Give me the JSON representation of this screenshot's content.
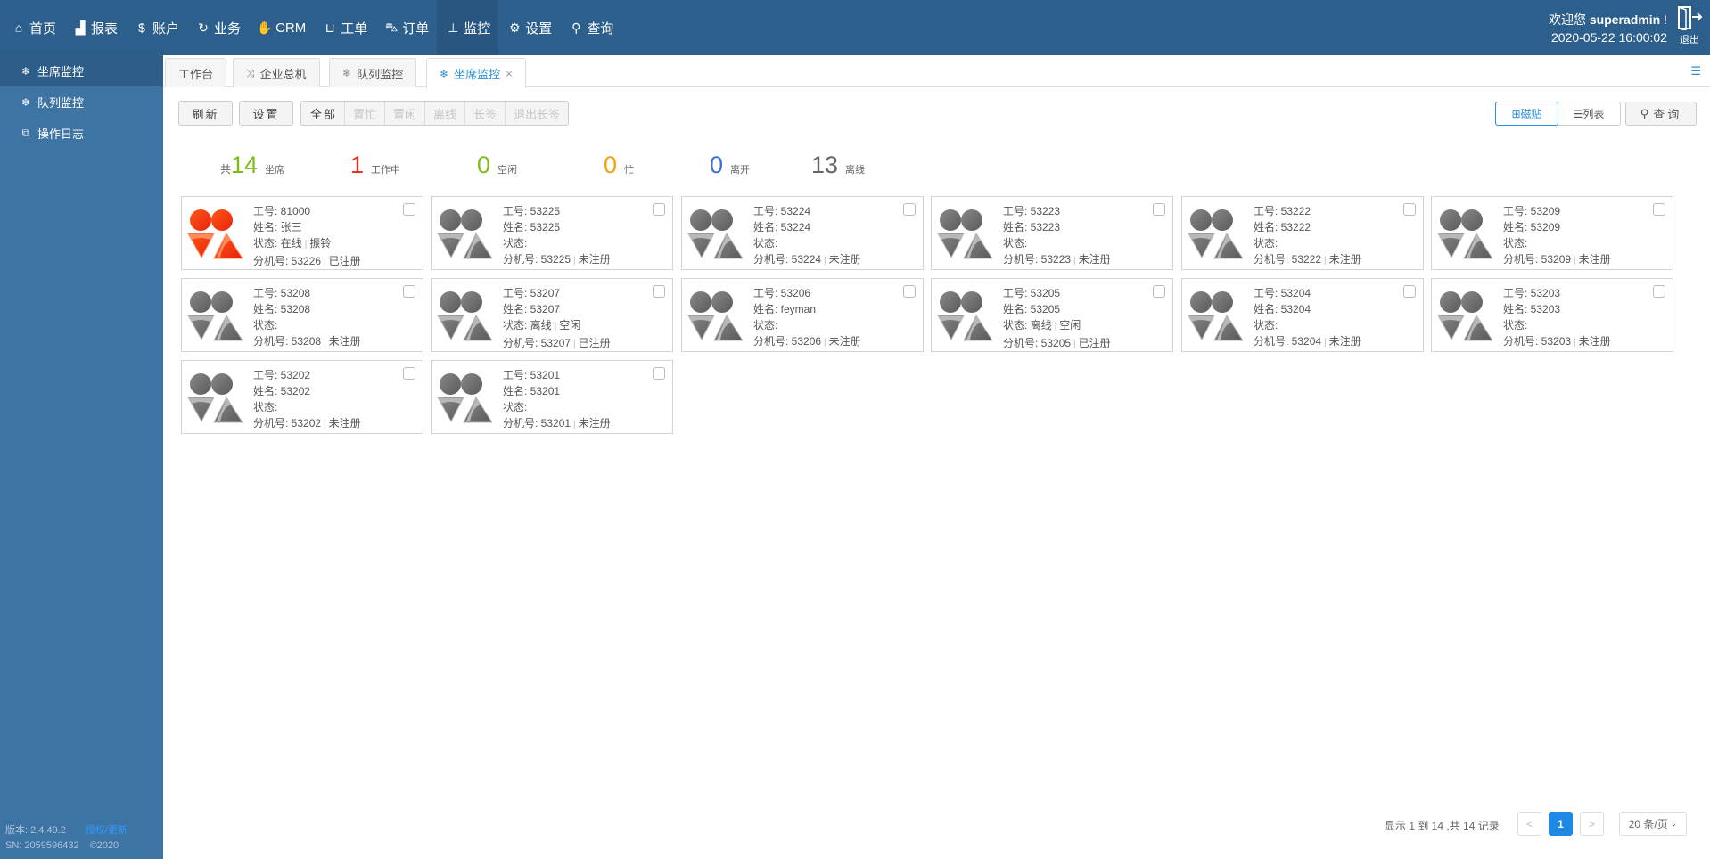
{
  "topnav": {
    "items": [
      {
        "label": "首页",
        "icon": "home-icon"
      },
      {
        "label": "报表",
        "icon": "chart-icon"
      },
      {
        "label": "账户",
        "icon": "dollar-icon"
      },
      {
        "label": "业务",
        "icon": "cycle-icon"
      },
      {
        "label": "CRM",
        "icon": "handshake-icon"
      },
      {
        "label": "工单",
        "icon": "ticket-icon"
      },
      {
        "label": "订单",
        "icon": "cart-icon"
      },
      {
        "label": "监控",
        "icon": "monitor-icon",
        "active": true
      },
      {
        "label": "设置",
        "icon": "gear-icon"
      },
      {
        "label": "查询",
        "icon": "search-icon"
      }
    ],
    "welcome_prefix": "欢迎您",
    "username": "superadmin",
    "welcome_suffix": "!",
    "datetime": "2020-05-22 16:00:02",
    "logout_label": "退出"
  },
  "sidebar": {
    "items": [
      {
        "label": "坐席监控",
        "active": true
      },
      {
        "label": "队列监控"
      },
      {
        "label": "操作日志"
      }
    ],
    "version_label": "版本: 2.4.49.2",
    "link_label": "授权/更新",
    "sn_label": "SN: 2059596432",
    "copyright": "©2020"
  },
  "tabs": [
    {
      "label": "工作台"
    },
    {
      "label": "企业总机"
    },
    {
      "label": "队列监控"
    },
    {
      "label": "坐席监控",
      "active": true,
      "close": "×"
    }
  ],
  "toolbar": {
    "refresh_label": "刷新",
    "settings_label": "设置",
    "filters": [
      "全部",
      "置忙",
      "置闲",
      "离线",
      "长签",
      "退出长签"
    ],
    "view_tile_label": "磁贴",
    "view_list_label": "列表",
    "search_label": "查询"
  },
  "stats": {
    "total_prefix": "共",
    "total": "14",
    "total_label": "坐席",
    "working": "1",
    "working_label": "工作中",
    "idle": "0",
    "idle_label": "空闲",
    "busy": "0",
    "busy_label": "忙",
    "away": "0",
    "away_label": "离开",
    "offline": "13",
    "offline_label": "离线",
    "colors": {
      "total": "#7cbb1a",
      "working": "#e8321a",
      "idle": "#7cbb1a",
      "busy": "#f5a20a",
      "away": "#3b6fd6",
      "offline": "#666666"
    }
  },
  "labels": {
    "id": "工号: ",
    "name": "姓名: ",
    "status": "状态: ",
    "ext": "分机号: "
  },
  "agents": [
    {
      "id": "81000",
      "name": "张三",
      "status": "在线",
      "substatus": "振铃",
      "ext": "53226",
      "reg": "已注册",
      "active": true
    },
    {
      "id": "53225",
      "name": "53225",
      "status": "",
      "substatus": "",
      "ext": "53225",
      "reg": "未注册"
    },
    {
      "id": "53224",
      "name": "53224",
      "status": "",
      "substatus": "",
      "ext": "53224",
      "reg": "未注册"
    },
    {
      "id": "53223",
      "name": "53223",
      "status": "",
      "substatus": "",
      "ext": "53223",
      "reg": "未注册"
    },
    {
      "id": "53222",
      "name": "53222",
      "status": "",
      "substatus": "",
      "ext": "53222",
      "reg": "未注册"
    },
    {
      "id": "53209",
      "name": "53209",
      "status": "",
      "substatus": "",
      "ext": "53209",
      "reg": "未注册"
    },
    {
      "id": "53208",
      "name": "53208",
      "status": "",
      "substatus": "",
      "ext": "53208",
      "reg": "未注册"
    },
    {
      "id": "53207",
      "name": "53207",
      "status": "离线",
      "substatus": "空闲",
      "ext": "53207",
      "reg": "已注册"
    },
    {
      "id": "53206",
      "name": "feyman",
      "status": "",
      "substatus": "",
      "ext": "53206",
      "reg": "未注册"
    },
    {
      "id": "53205",
      "name": "53205",
      "status": "离线",
      "substatus": "空闲",
      "ext": "53205",
      "reg": "已注册"
    },
    {
      "id": "53204",
      "name": "53204",
      "status": "",
      "substatus": "",
      "ext": "53204",
      "reg": "未注册"
    },
    {
      "id": "53203",
      "name": "53203",
      "status": "",
      "substatus": "",
      "ext": "53203",
      "reg": "未注册"
    },
    {
      "id": "53202",
      "name": "53202",
      "status": "",
      "substatus": "",
      "ext": "53202",
      "reg": "未注册"
    },
    {
      "id": "53201",
      "name": "53201",
      "status": "",
      "substatus": "",
      "ext": "53201",
      "reg": "未注册"
    }
  ],
  "pagination": {
    "info": "显示 1 到 14 ,共 14 记录",
    "prev": "<",
    "current": "1",
    "next": ">",
    "page_size": "20 条/页"
  }
}
